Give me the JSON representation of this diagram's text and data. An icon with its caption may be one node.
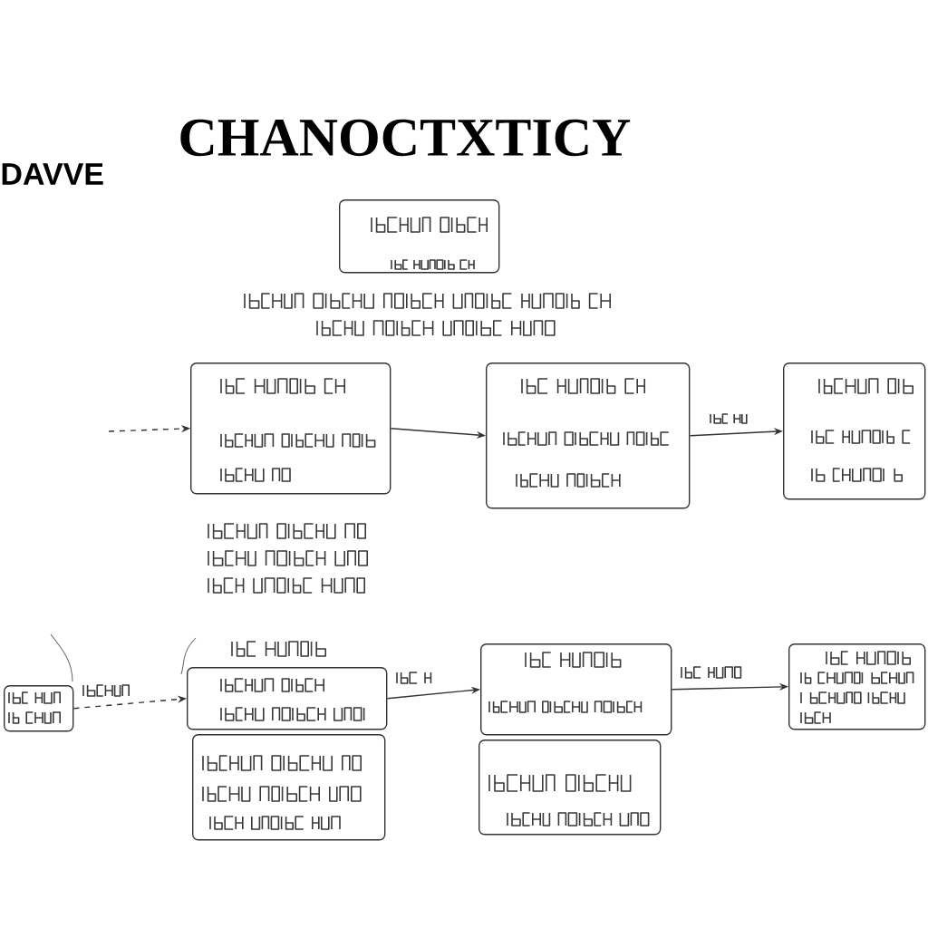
{
  "diagram": {
    "title": "CHANOCTXTICY",
    "nodes": [
      {
        "text": [],
        "shape": "box"
      },
      {
        "text": [],
        "shape": "box"
      },
      {
        "text": [],
        "shape": "box"
      },
      {
        "text": [],
        "shape": "box"
      },
      {
        "text": [],
        "shape": "box"
      },
      {
        "text": [],
        "shape": "box"
      },
      {
        "text": [],
        "shape": "box"
      },
      {
        "text": [],
        "shape": "box"
      },
      {
        "text": [],
        "shape": "box"
      },
      {
        "text": [],
        "shape": "box"
      }
    ],
    "edges": [
      {
        "from": null,
        "to": 1,
        "arrow": "to",
        "style": "dashed"
      },
      {
        "from": 1,
        "to": 2,
        "arrow": "to"
      },
      {
        "from": 2,
        "to": 3,
        "arrow": "to"
      },
      {
        "from": 4,
        "to": 5,
        "arrow": "to",
        "style": "dashed"
      },
      {
        "from": 5,
        "to": 7,
        "arrow": "to"
      },
      {
        "from": 7,
        "to": 9,
        "arrow": "to"
      }
    ],
    "labels": [
      "DAVVE"
    ]
  }
}
